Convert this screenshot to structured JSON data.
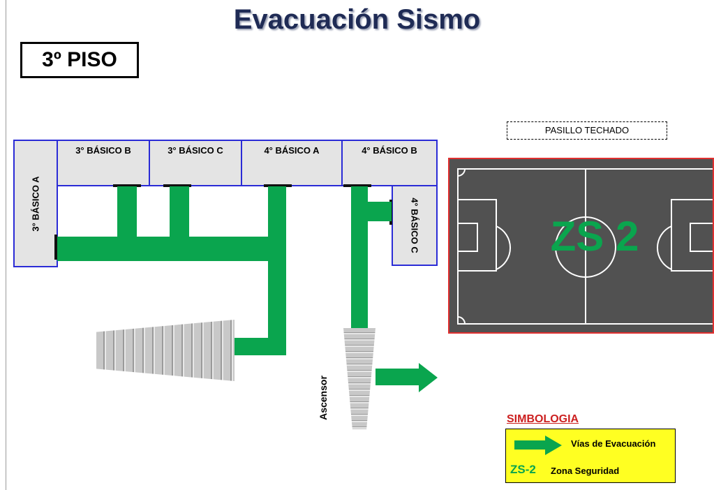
{
  "title": "Evacuación Sismo",
  "floor_label": "3º PISO",
  "corridor_label": "PASILLO TECHADO",
  "rooms": {
    "basico_3a": "3° BÁSICO A",
    "basico_3b": "3° BÁSICO B",
    "basico_3c": "3° BÁSICO C",
    "basico_4a": "4° BÁSICO A",
    "basico_4b": "4° BÁSICO B",
    "basico_4c": "4° BÁSICO C"
  },
  "elevator_label": "Ascensor",
  "safe_zone_label": "ZS 2",
  "legend": {
    "title": "SIMBOLOGIA",
    "evac_label": "Vías de Evacuación",
    "zone_code": "ZS-2",
    "zone_label": "Zona Seguridad"
  },
  "colors": {
    "evacuation_route": "#0aa54e",
    "room_border": "#2a2bd6",
    "legend_background": "#ffff22",
    "field_border": "#e03030"
  }
}
